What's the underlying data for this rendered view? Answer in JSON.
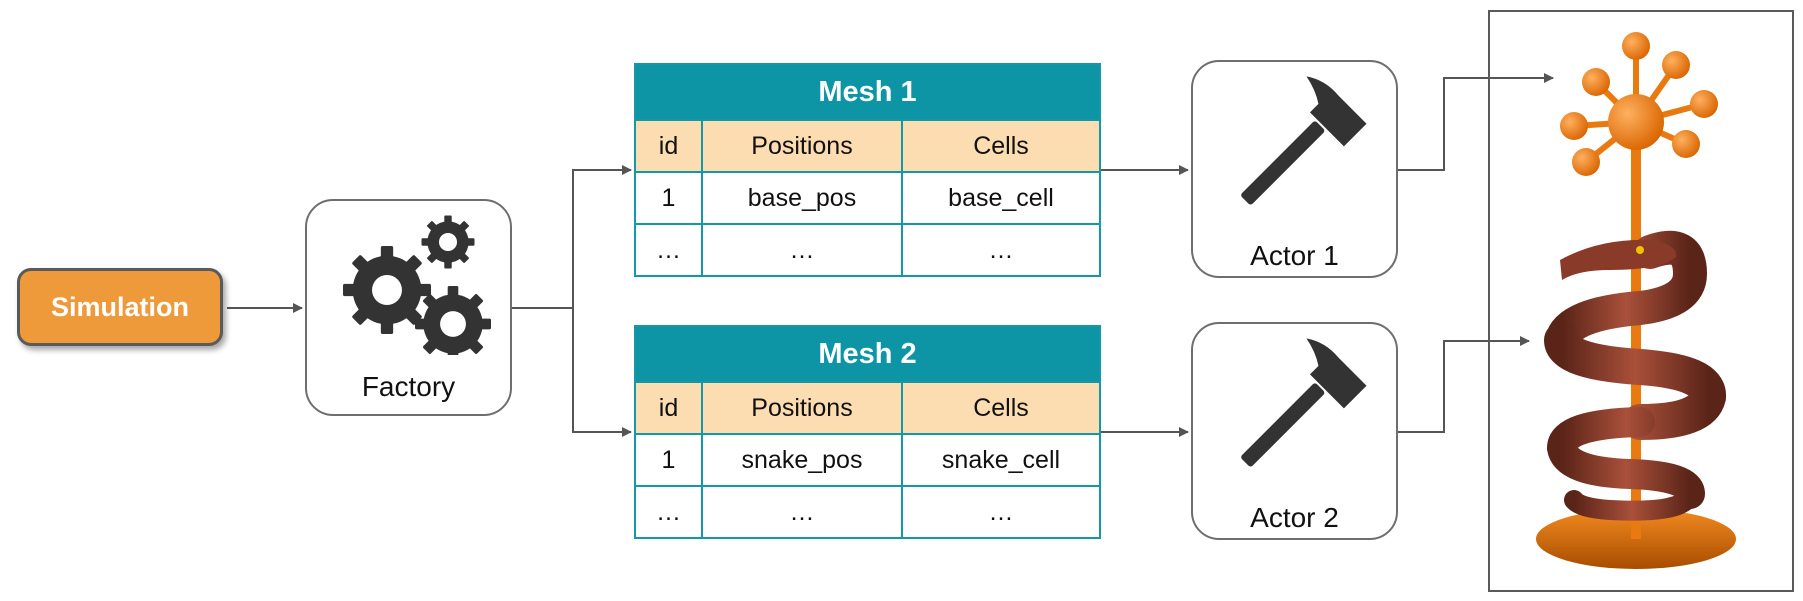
{
  "simulation": {
    "label": "Simulation"
  },
  "factory": {
    "label": "Factory",
    "icon": "gears-icon"
  },
  "meshes": [
    {
      "title": "Mesh 1",
      "headers": [
        "id",
        "Positions",
        "Cells"
      ],
      "rows": [
        [
          "1",
          "base_pos",
          "base_cell"
        ],
        [
          "…",
          "…",
          "…"
        ]
      ]
    },
    {
      "title": "Mesh 2",
      "headers": [
        "id",
        "Positions",
        "Cells"
      ],
      "rows": [
        [
          "1",
          "snake_pos",
          "snake_cell"
        ],
        [
          "…",
          "…",
          "…"
        ]
      ]
    }
  ],
  "actors": [
    {
      "label": "Actor 1",
      "icon": "hammer-icon"
    },
    {
      "label": "Actor 2",
      "icon": "hammer-icon"
    }
  ],
  "render": {
    "icon": "caduceus-snake-render"
  },
  "colors": {
    "simulation_fill": "#EE9A3A",
    "mesh_title": "#0D95A6",
    "mesh_header": "#FCDDB1",
    "icon": "#333333",
    "render_orange": "#F07D10",
    "render_snake": "#8A3A28"
  }
}
